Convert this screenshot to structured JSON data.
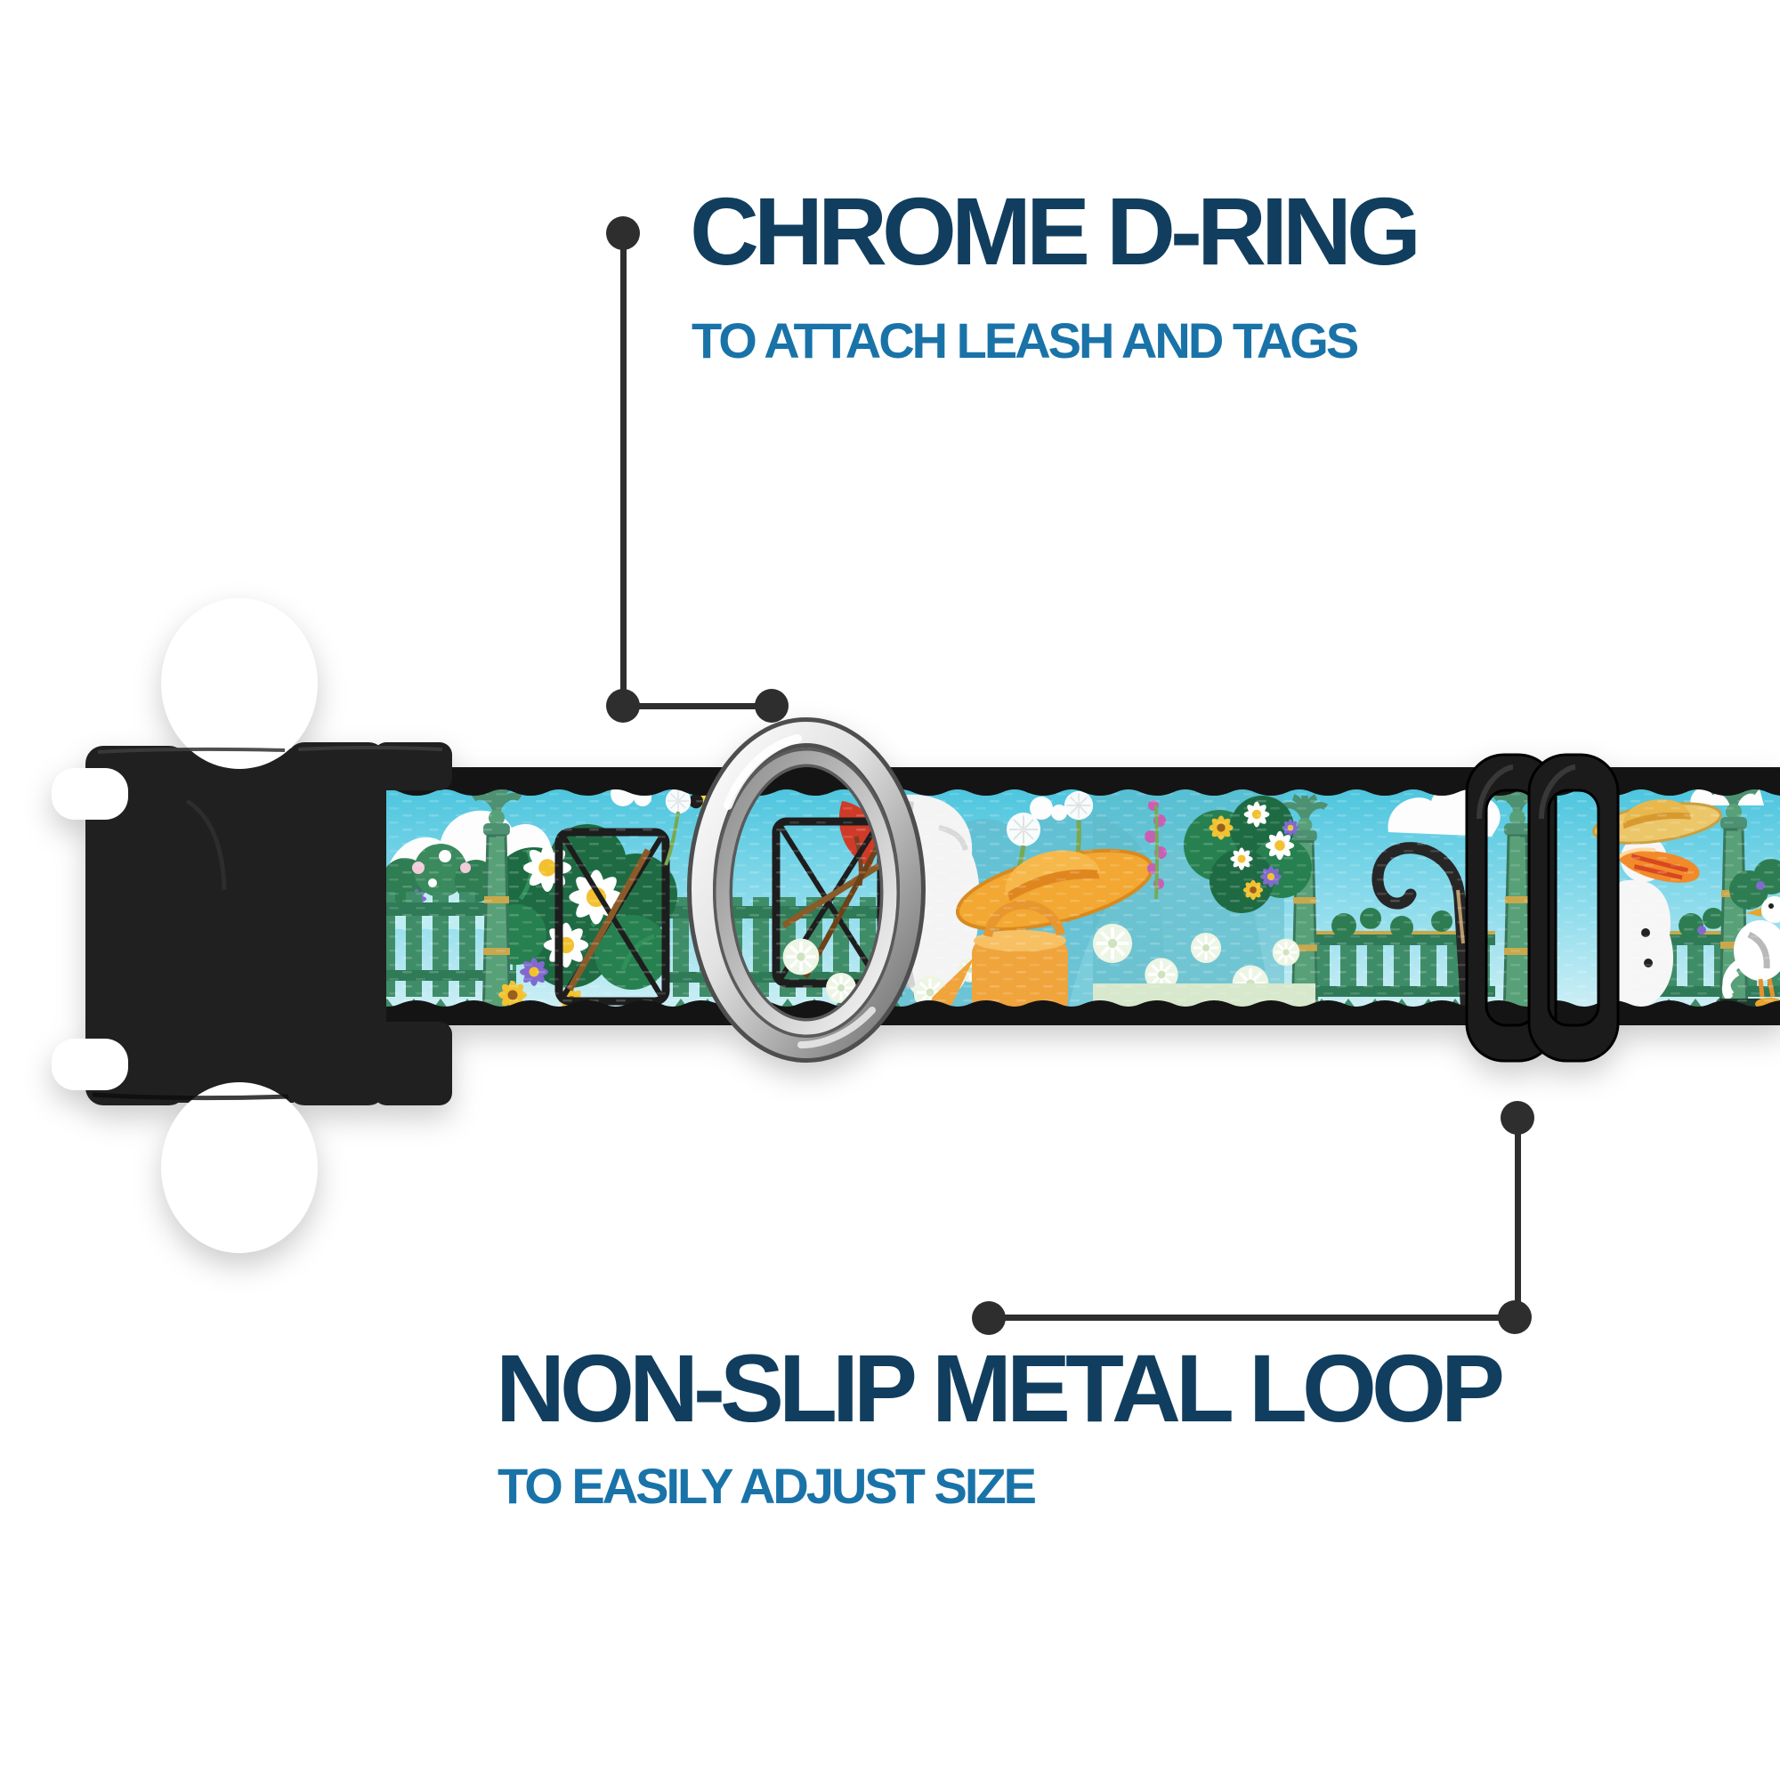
{
  "callouts": {
    "d_ring": {
      "title": "CHROME D-RING",
      "subtitle": "TO ATTACH LEASH AND TAGS"
    },
    "metal_loop": {
      "title": "NON-SLIP METAL LOOP",
      "subtitle": "TO EASILY ADJUST SIZE"
    }
  },
  "colors": {
    "title_navy": "#113e5e",
    "subtitle_blue": "#1973a8",
    "callout_line": "#2e2e2e",
    "buckle_black": "#202020",
    "slider_black": "#1b1b1b",
    "chrome_silver": "#cccccc",
    "strap_edge_black": "#141414",
    "sky_cyan": "#56c8de",
    "foliage_green": "#2e7d52",
    "fence_green": "#35815e",
    "accent_gold": "#c9a84c",
    "hat_orange": "#f2a832"
  },
  "parts": {
    "buckle": "side-release-buckle-icon",
    "d_ring": "chrome-d-ring-icon",
    "slider": "non-slip-metal-loop-icon",
    "strap": "printed-webbing-olaf-garden-icon"
  }
}
